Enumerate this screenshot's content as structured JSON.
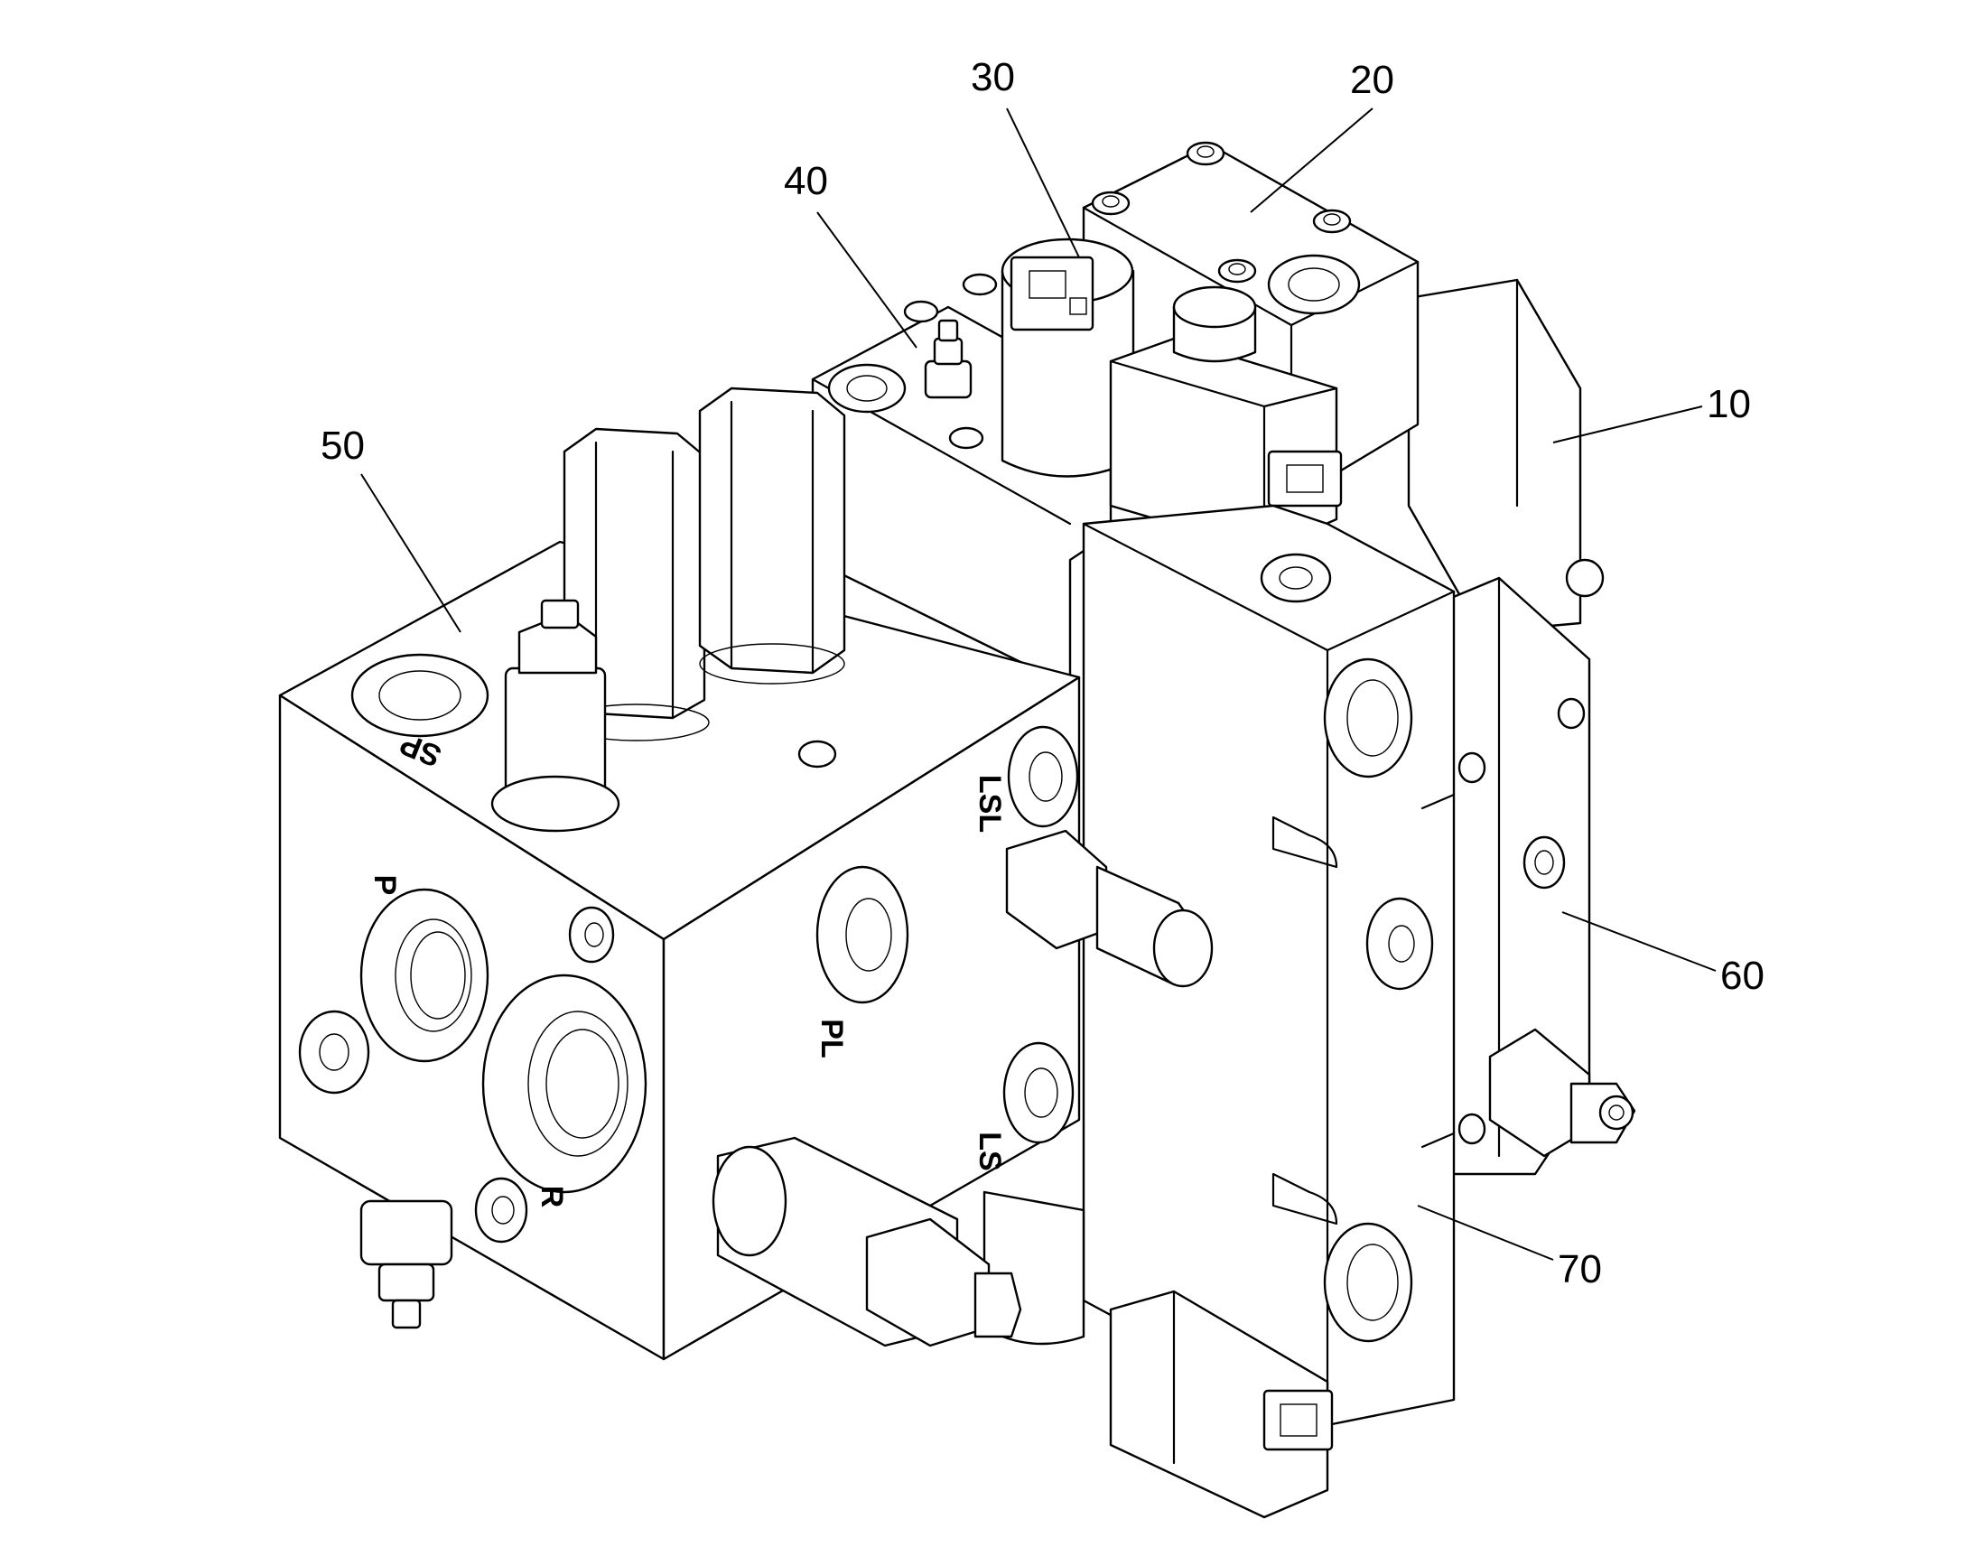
{
  "reference_numerals": {
    "r10": "10",
    "r20": "20",
    "r30": "30",
    "r40": "40",
    "r50": "50",
    "r60": "60",
    "r70": "70"
  },
  "port_labels": {
    "sp": "SP",
    "p": "P",
    "r": "R",
    "pl": "PL",
    "lsl": "LSL",
    "ls": "LS"
  }
}
